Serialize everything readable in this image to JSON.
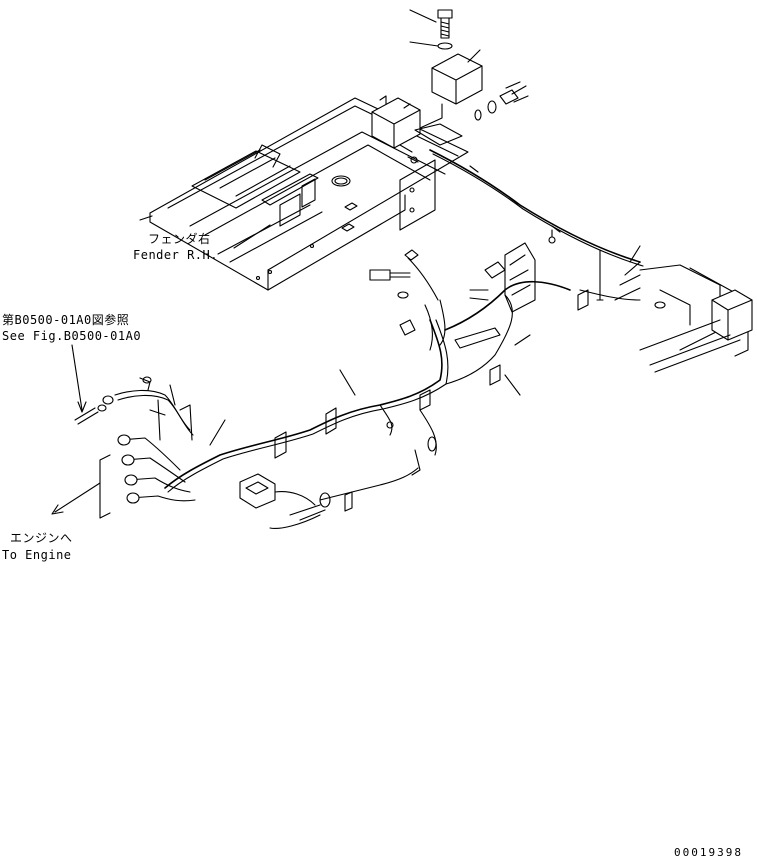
{
  "labels": {
    "fender_jp": "フェンダ右",
    "fender_en": "Fender R.H.",
    "ref_jp": "第B0500-01A0図参照",
    "ref_en": "See Fig.B0500-01A0",
    "engine_jp": "エンジンへ",
    "engine_en": "To Engine",
    "drawing_number": "00019398"
  }
}
